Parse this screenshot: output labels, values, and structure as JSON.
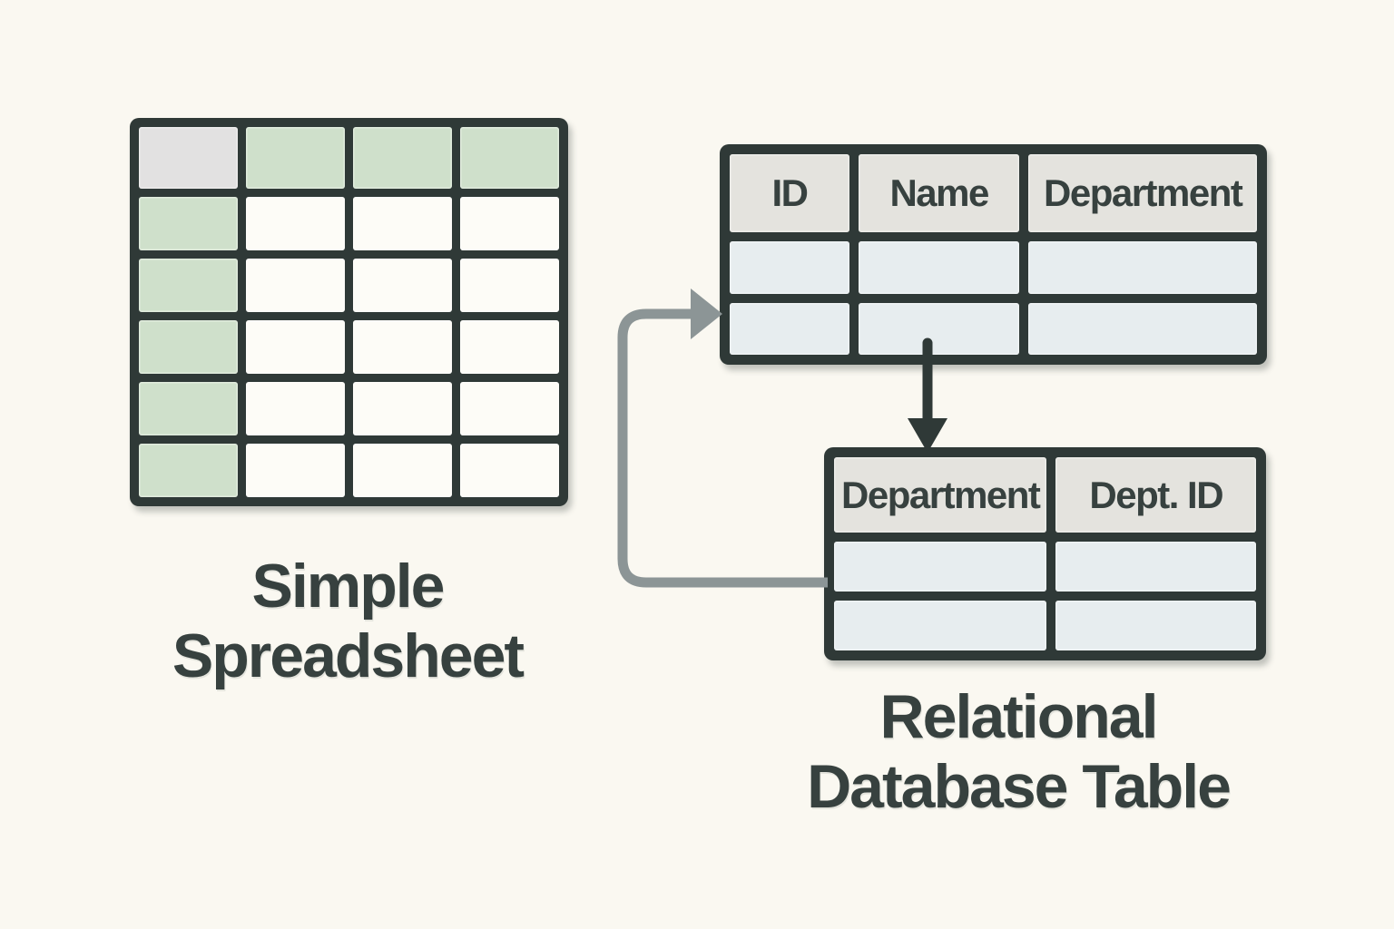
{
  "colors": {
    "bg": "#faf8f1",
    "ink": "#2f3937",
    "text": "#37413f",
    "green": "#cfe0cb",
    "corner-gray": "#e2e1e1",
    "header-gray": "#e4e3de",
    "cell-blue": "#e7edef",
    "cell-white": "#fdfcf7",
    "connector": "#8c9596"
  },
  "spreadsheet": {
    "rows": 6,
    "cols": 4,
    "caption_lines": [
      "Simple",
      "Spreadsheet"
    ]
  },
  "employee_table": {
    "headers": [
      "ID",
      "Name",
      "Department"
    ],
    "columns": 3,
    "data_row_count": 2
  },
  "department_table": {
    "headers": [
      "Department",
      "Dept. ID"
    ],
    "columns": 2,
    "data_row_count": 2
  },
  "relational": {
    "caption_lines": [
      "Relational",
      "Database Table"
    ]
  },
  "icons": {
    "foreign_key_arrow": "down-arrow",
    "relation_loop_arrow": "left-loop-arrow"
  }
}
